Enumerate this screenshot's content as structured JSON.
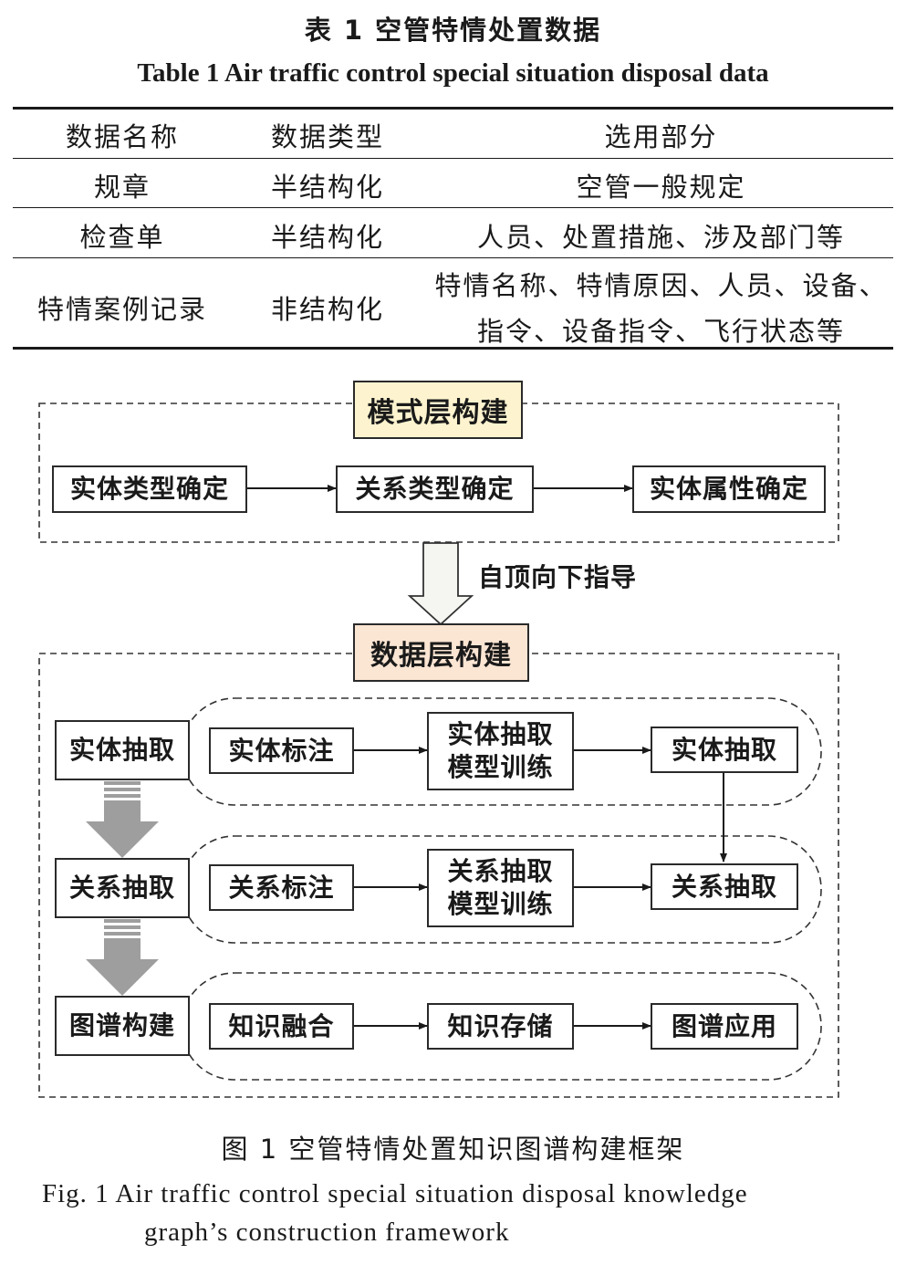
{
  "table": {
    "title_cn": "表 1    空管特情处置数据",
    "title_en": "Table 1    Air traffic control special situation disposal data",
    "headers": [
      "数据名称",
      "数据类型",
      "选用部分"
    ],
    "rows": [
      {
        "name": "规章",
        "type": "半结构化",
        "part": "空管一般规定"
      },
      {
        "name": "检查单",
        "type": "半结构化",
        "part": "人员、处置措施、涉及部门等"
      },
      {
        "name": "特情案例记录",
        "type": "非结构化",
        "part_line1": "特情名称、特情原因、人员、设备、",
        "part_line2": "指令、设备指令、飞行状态等"
      }
    ]
  },
  "diagram": {
    "schema_layer": {
      "title": "模式层构建",
      "title_fill": "#fdf3cf",
      "steps": [
        "实体类型确定",
        "关系类型确定",
        "实体属性确定"
      ]
    },
    "guide_label": "自顶向下指导",
    "data_layer": {
      "title": "数据层构建",
      "title_fill": "#fbe5d3",
      "stages": [
        {
          "label": "实体抽取",
          "steps": [
            "实体标注",
            "实体抽取",
            "模型训练",
            "实体抽取"
          ]
        },
        {
          "label": "关系抽取",
          "steps": [
            "关系标注",
            "关系抽取",
            "模型训练",
            "关系抽取"
          ]
        },
        {
          "label": "图谱构建",
          "steps": [
            "知识融合",
            "知识存储",
            "图谱应用"
          ]
        }
      ]
    }
  },
  "figure": {
    "caption_cn": "图 1    空管特情处置知识图谱构建框架",
    "caption_en_line1": "Fig. 1    Air traffic control special situation disposal knowledge",
    "caption_en_line2": "graph’s construction framework"
  }
}
